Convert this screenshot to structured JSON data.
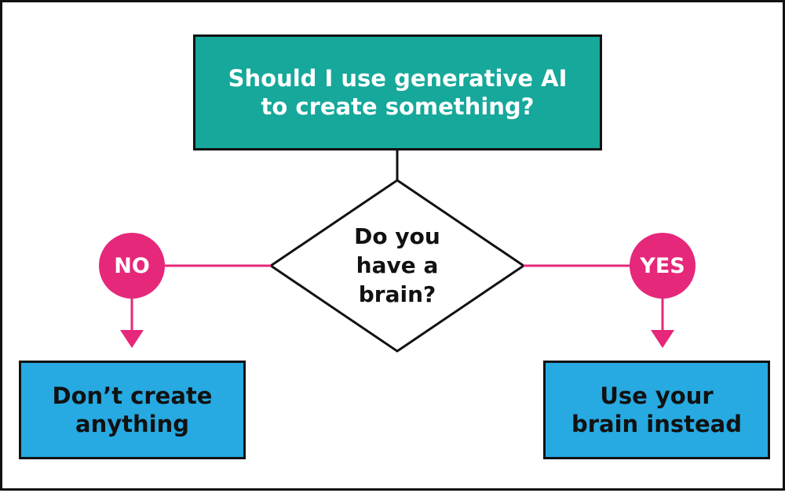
{
  "colors": {
    "question_fill": "#16A89A",
    "result_fill": "#27A9E1",
    "accent": "#E5287A",
    "outline": "#111111"
  },
  "question": {
    "lines": [
      "Should I use generative AI",
      "to create something?"
    ]
  },
  "decision": {
    "lines": [
      "Do you",
      "have a",
      "brain?"
    ]
  },
  "no_branch": {
    "label": "NO",
    "result_lines": [
      "Don’t create",
      "anything"
    ]
  },
  "yes_branch": {
    "label": "YES",
    "result_lines": [
      "Use your",
      "brain instead"
    ]
  }
}
